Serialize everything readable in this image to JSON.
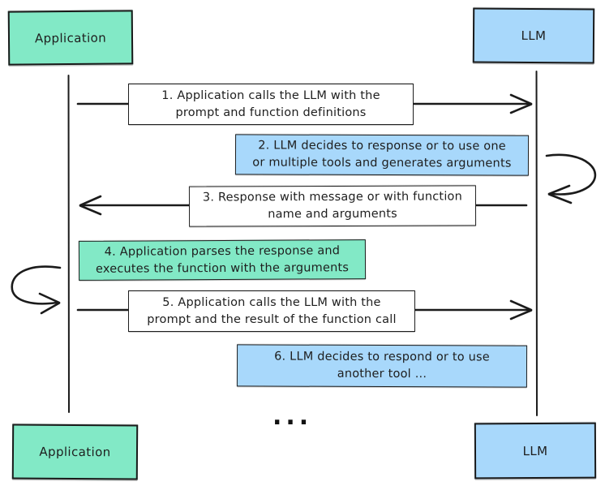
{
  "colors": {
    "actor_application_fill": "#82e9c6",
    "actor_llm_fill": "#a8d8fb",
    "stroke": "#1b1b1b",
    "message_plain_fill": "#ffffff"
  },
  "actors": {
    "app_top": "Application",
    "llm_top": "LLM",
    "app_bottom": "Application",
    "llm_bottom": "LLM"
  },
  "messages": [
    {
      "step": 1,
      "fill": "white",
      "direction": "application-to-llm",
      "text": "1. Application calls the LLM with the\nprompt and function definitions"
    },
    {
      "step": 2,
      "fill": "blue",
      "direction": "llm-self-loop",
      "text": "2. LLM decides to response or to use one\nor multiple tools and generates arguments"
    },
    {
      "step": 3,
      "fill": "white",
      "direction": "llm-to-application",
      "text": "3. Response with message or with function\nname and arguments"
    },
    {
      "step": 4,
      "fill": "green",
      "direction": "application-self-loop",
      "text": "4. Application parses the response and\nexecutes the function with the arguments"
    },
    {
      "step": 5,
      "fill": "white",
      "direction": "application-to-llm",
      "text": "5. Application calls the LLM with the\nprompt and the result of the function call"
    },
    {
      "step": 6,
      "fill": "blue",
      "direction": "none",
      "text": "6. LLM decides to respond or to use\nanother tool ..."
    }
  ],
  "ellipsis": "..."
}
